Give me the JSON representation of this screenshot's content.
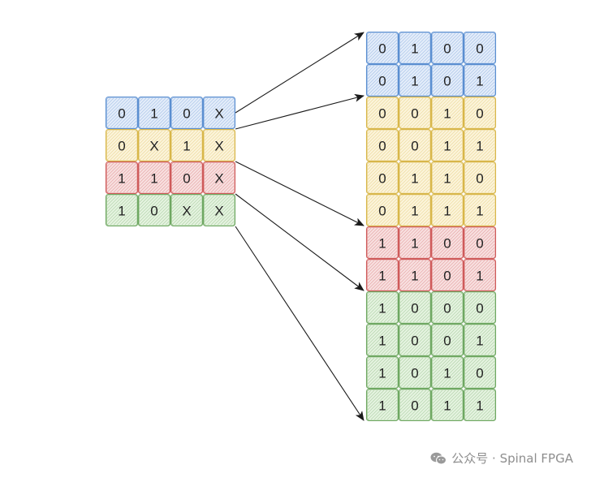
{
  "colors": {
    "blue": "#5b8fd1",
    "blue_fill": "#dbe7f8",
    "yellow": "#d8b74a",
    "yellow_fill": "#fbf0cf",
    "red": "#cf5b5b",
    "red_fill": "#f6d6d6",
    "green": "#6fa862",
    "green_fill": "#dcefd6",
    "arrow": "#1a1a1a",
    "text": "#222222"
  },
  "left_table": {
    "rows": [
      {
        "color": "blue",
        "cells": [
          "0",
          "1",
          "0",
          "X"
        ]
      },
      {
        "color": "yellow",
        "cells": [
          "0",
          "X",
          "1",
          "X"
        ]
      },
      {
        "color": "red",
        "cells": [
          "1",
          "1",
          "0",
          "X"
        ]
      },
      {
        "color": "green",
        "cells": [
          "1",
          "0",
          "X",
          "X"
        ]
      }
    ]
  },
  "right_table": {
    "rows": [
      {
        "color": "blue",
        "cells": [
          "0",
          "1",
          "0",
          "0"
        ]
      },
      {
        "color": "blue",
        "cells": [
          "0",
          "1",
          "0",
          "1"
        ]
      },
      {
        "color": "yellow",
        "cells": [
          "0",
          "0",
          "1",
          "0"
        ]
      },
      {
        "color": "yellow",
        "cells": [
          "0",
          "0",
          "1",
          "1"
        ]
      },
      {
        "color": "yellow",
        "cells": [
          "0",
          "1",
          "1",
          "0"
        ]
      },
      {
        "color": "yellow",
        "cells": [
          "0",
          "1",
          "1",
          "1"
        ]
      },
      {
        "color": "red",
        "cells": [
          "1",
          "1",
          "0",
          "0"
        ]
      },
      {
        "color": "red",
        "cells": [
          "1",
          "1",
          "0",
          "1"
        ]
      },
      {
        "color": "green",
        "cells": [
          "1",
          "0",
          "0",
          "0"
        ]
      },
      {
        "color": "green",
        "cells": [
          "1",
          "0",
          "0",
          "1"
        ]
      },
      {
        "color": "green",
        "cells": [
          "1",
          "0",
          "1",
          "0"
        ]
      },
      {
        "color": "green",
        "cells": [
          "1",
          "0",
          "1",
          "1"
        ]
      }
    ]
  },
  "watermark": {
    "icon": "wechat-icon",
    "text": "公众号 · Spinal FPGA"
  }
}
